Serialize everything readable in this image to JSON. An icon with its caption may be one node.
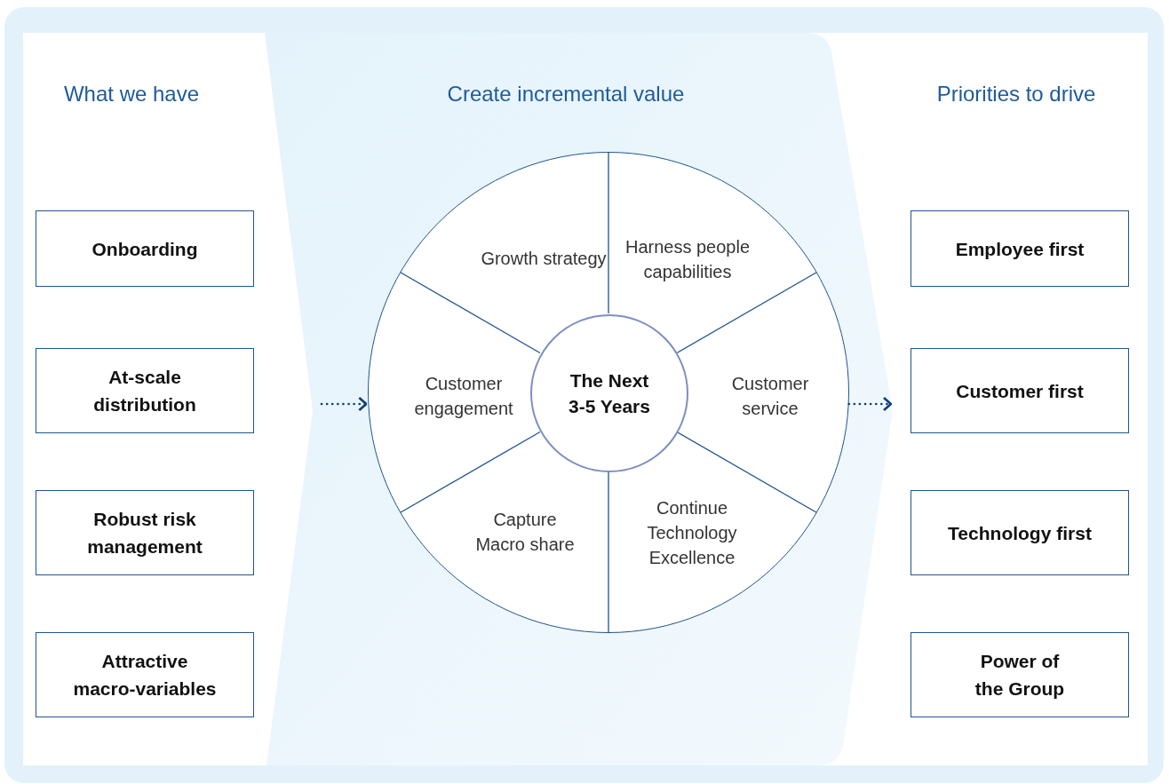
{
  "diagram": {
    "nodes": [
      {
        "text": [
          "What we have"
        ]
      },
      {
        "text": [
          "Onboarding"
        ],
        "in": 0
      },
      {
        "text": [
          "At-scale distribution"
        ],
        "in": 0
      },
      {
        "text": [
          "Robust risk management"
        ],
        "in": 0
      },
      {
        "text": [
          "Attractive macro-variables"
        ],
        "in": 0
      },
      {
        "text": [
          "Create incremental value"
        ]
      },
      {
        "text": [],
        "shape": "circle",
        "in": 5
      },
      {
        "text": [
          "The Next 3-5 Years"
        ],
        "in": 6
      },
      {
        "text": [
          "Growth strategy"
        ],
        "in": 6
      },
      {
        "text": [
          "Harness people capabilities"
        ],
        "in": 6
      },
      {
        "text": [
          "Customer engagement"
        ],
        "in": 6
      },
      {
        "text": [
          "Customer service"
        ],
        "in": 6
      },
      {
        "text": [
          "Capture Macro share"
        ],
        "in": 6
      },
      {
        "text": [
          "Continue Technology Excellence"
        ],
        "in": 6
      },
      {
        "text": [
          "Priorities to drive"
        ]
      },
      {
        "text": [
          "Employee first"
        ],
        "in": 14
      },
      {
        "text": [
          "Customer first"
        ],
        "in": 14
      },
      {
        "text": [
          "Technology first"
        ],
        "in": 14
      },
      {
        "text": [
          "Power of the Group"
        ],
        "in": 14
      }
    ],
    "edges": [
      {
        "from": null,
        "to": 6,
        "arrow": "to",
        "style": "dashed"
      },
      {
        "from": 6,
        "to": 14,
        "arrow": "to",
        "style": "dashed"
      }
    ]
  }
}
